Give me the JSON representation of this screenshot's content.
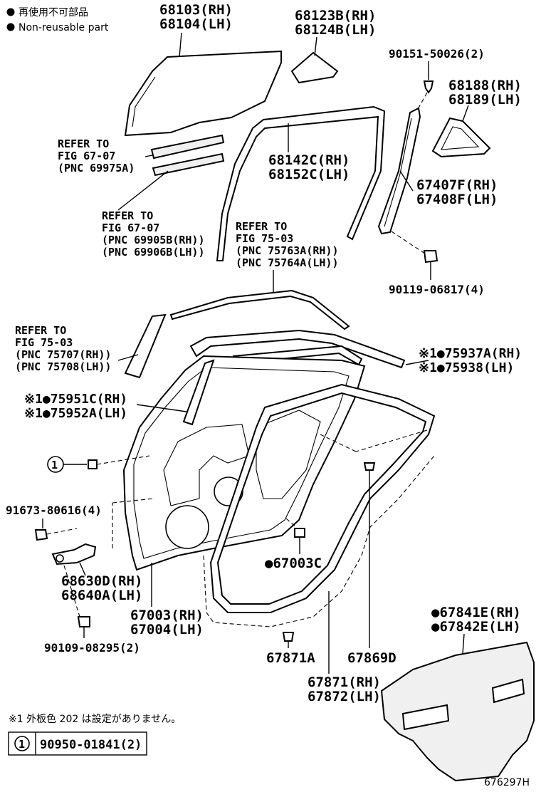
{
  "legend": {
    "jp": "再使用不可部品",
    "en": "Non-reusable part"
  },
  "labels": {
    "glass_rh": "68103(RH)",
    "glass_lh": "68104(LH)",
    "quarter_glass_rh": "68123B(RH)",
    "quarter_glass_lh": "68124B(LH)",
    "screw_top": "90151-50026(2)",
    "quarter_frame_rh": "68188(RH)",
    "quarter_frame_lh": "68189(LH)",
    "refer1_a": "REFER TO",
    "refer1_b": "FIG 67-07",
    "refer1_c": "(PNC 69975A)",
    "run_rh": "68142C(RH)",
    "run_lh": "68152C(LH)",
    "channel_rh": "67407F(RH)",
    "channel_lh": "67408F(LH)",
    "refer2_a": "REFER TO",
    "refer2_b": "FIG 67-07",
    "refer2_c": "(PNC 69905B(RH))",
    "refer2_d": "(PNC 69906B(LH))",
    "refer3_a": "REFER TO",
    "refer3_b": "FIG 75-03",
    "refer3_c": "(PNC 75763A(RH))",
    "refer3_d": "(PNC 75764A(LH))",
    "bolt_channel": "90119-06817(4)",
    "refer4_a": "REFER TO",
    "refer4_b": "FIG 75-03",
    "refer4_c": "(PNC 75707(RH))",
    "refer4_d": "(PNC 75708(LH))",
    "molding_rh": "※1●75937A(RH)",
    "molding_lh": "※1●75938(LH)",
    "sash_rh": "※1●75951C(RH)",
    "sash_lh": "※1●75952A(LH)",
    "circle_one": "1",
    "bolt_hinge": "91673-80616(4)",
    "hinge_rh": "68630D(RH)",
    "hinge_lh": "68640A(LH)",
    "plug": "●67003C",
    "panel_rh": "67003(RH)",
    "panel_lh": "67004(LH)",
    "bolt_bottom": "90109-08295(2)",
    "clip_a": "67871A",
    "clip_d": "67869D",
    "weather_rh": "67871(RH)",
    "weather_lh": "67872(LH)",
    "cover_rh": "●67841E(RH)",
    "cover_lh": "●67842E(LH)",
    "footnote": "※1 外板色 202 は設定がありません。",
    "key_num": "1",
    "key_part": "90950-01841(2)",
    "figure_id": "676297H"
  }
}
